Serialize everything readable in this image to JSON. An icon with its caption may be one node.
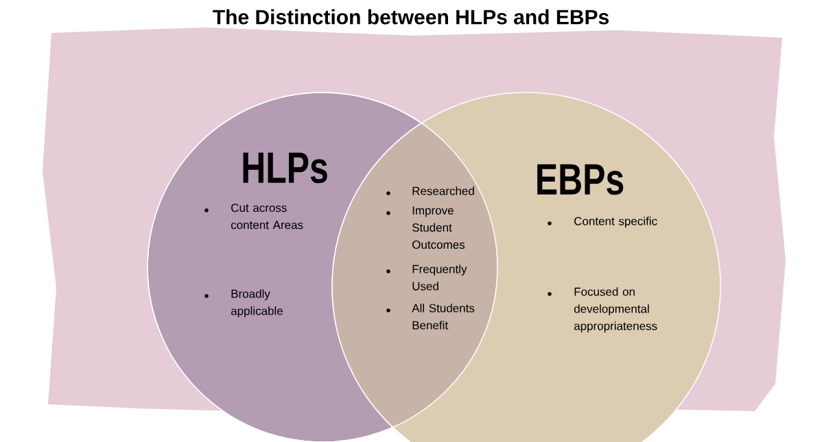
{
  "diagram": {
    "title": "The Distinction between HLPs and EBPs",
    "nodes": [
      {
        "text": [
          "HLPs",
          "Cut across content Areas",
          "Broadly applicable"
        ]
      },
      {
        "text": [
          "EBPs",
          "Content specific",
          "Focused on developmental appropriateness"
        ]
      }
    ],
    "labels": [
      "Researched",
      "Improve Student Outcomes",
      "Frequently Used",
      "All Students Benefit"
    ]
  }
}
